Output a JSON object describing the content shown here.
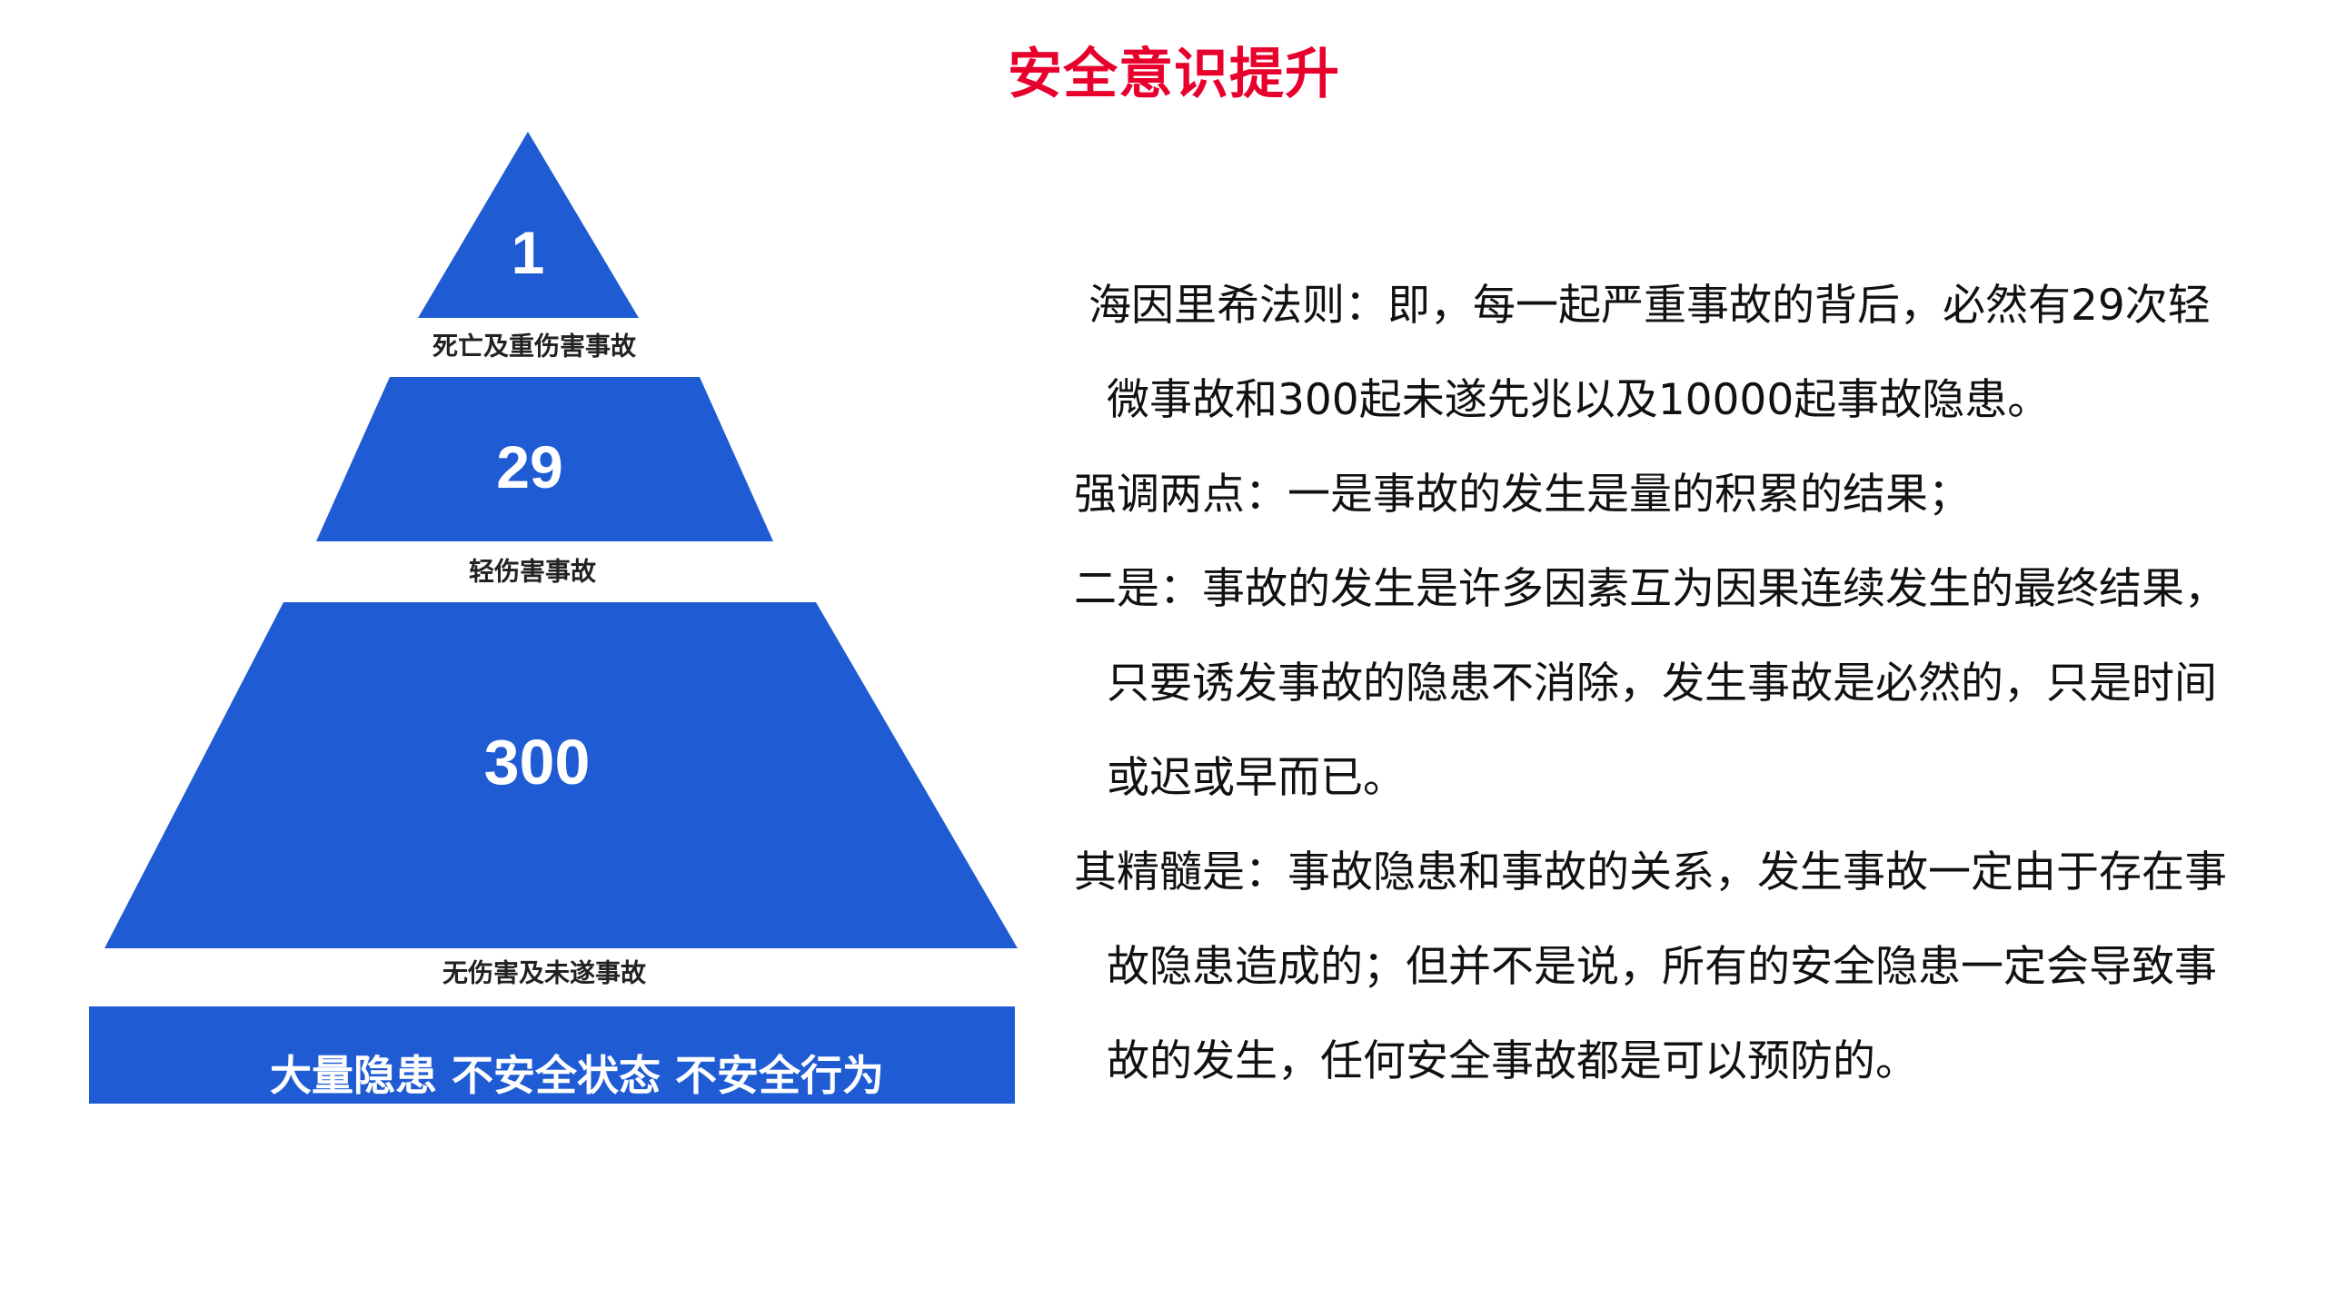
{
  "title": "安全意识提升",
  "colors": {
    "title": "#e8002d",
    "pyramid_blue": "#1f5bd3",
    "label": "#222222",
    "body_text": "#111111"
  },
  "pyramid": {
    "level1": {
      "value": "1",
      "label": "死亡及重伤害事故"
    },
    "level2": {
      "value": "29",
      "label": "轻伤害事故"
    },
    "level3": {
      "value": "300",
      "label": "无伤害及未遂事故"
    },
    "base": {
      "text": "大量隐患 不安全状态 不安全行为"
    }
  },
  "body": {
    "lines": [
      {
        "text": "海因里希法则：即，每一起严重事故的背后，必然有29次轻"
      },
      {
        "text": "微事故和300起未遂先兆以及10000起事故隐患。"
      },
      {
        "text": "强调两点：一是事故的发生是量的积累的结果；"
      },
      {
        "text": "二是：事故的发生是许多因素互为因果连续发生的最终结果，"
      },
      {
        "text": "只要诱发事故的隐患不消除，发生事故是必然的，只是时间"
      },
      {
        "text": "或迟或早而已。"
      },
      {
        "text": "其精髓是：事故隐患和事故的关系，发生事故一定由于存在事"
      },
      {
        "text": "故隐患造成的；但并不是说，所有的安全隐患一定会导致事"
      },
      {
        "text": "故的发生，任何安全事故都是可以预防的。"
      }
    ]
  }
}
